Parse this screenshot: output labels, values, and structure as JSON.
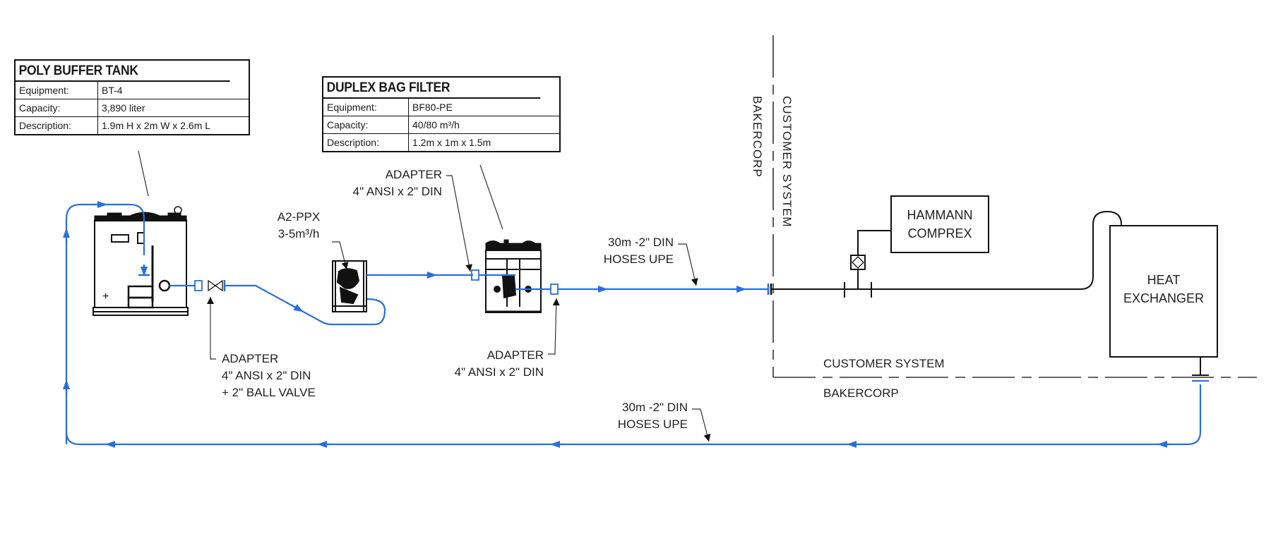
{
  "colors": {
    "flow_line": "#2a6fdb",
    "line": "#111111",
    "text": "#222222"
  },
  "tanks": {
    "poly_buffer": {
      "title": "POLY BUFFER TANK",
      "rows": [
        {
          "key": "Equipment:",
          "value": "BT-4"
        },
        {
          "key": "Capacity:",
          "value": "3,890 liter"
        },
        {
          "key": "Description:",
          "value": "1.9m H x 2m W x 2.6m L"
        }
      ]
    },
    "duplex_filter": {
      "title": "DUPLEX BAG FILTER",
      "rows": [
        {
          "key": "Equipment:",
          "value": "BF80-PE"
        },
        {
          "key": "Capacity:",
          "value": "40/80 m³/h"
        },
        {
          "key": "Description:",
          "value": "1.2m x 1m x 1.5m"
        }
      ]
    }
  },
  "labels": {
    "pump": {
      "line1": "A2-PPX",
      "line2": "3-5m³/h"
    },
    "adapter_top": {
      "line1": "ADAPTER",
      "line2": "4\" ANSI x 2\" DIN"
    },
    "adapter_valve": {
      "line1": "ADAPTER",
      "line2": "4\" ANSI x 2\" DIN",
      "line3": "+ 2\" BALL VALVE"
    },
    "adapter_filter_out": {
      "line1": "ADAPTER",
      "line2": "4\" ANSI x 2\" DIN"
    },
    "hose_supply": {
      "line1": "30m -2\" DIN",
      "line2": "HOSES UPE"
    },
    "hose_return": {
      "line1": "30m -2\" DIN",
      "line2": "HOSES UPE"
    },
    "boundary_vertical_left": "BAKERCORP",
    "boundary_vertical_right": "CUSTOMER SYSTEM",
    "boundary_horizontal_top": "CUSTOMER SYSTEM",
    "boundary_horizontal_bottom": "BAKERCORP"
  },
  "equipment": {
    "hammann": {
      "line1": "HAMMANN",
      "line2": "COMPREX"
    },
    "heat_exchanger": {
      "line1": "HEAT",
      "line2": "EXCHANGER"
    }
  }
}
